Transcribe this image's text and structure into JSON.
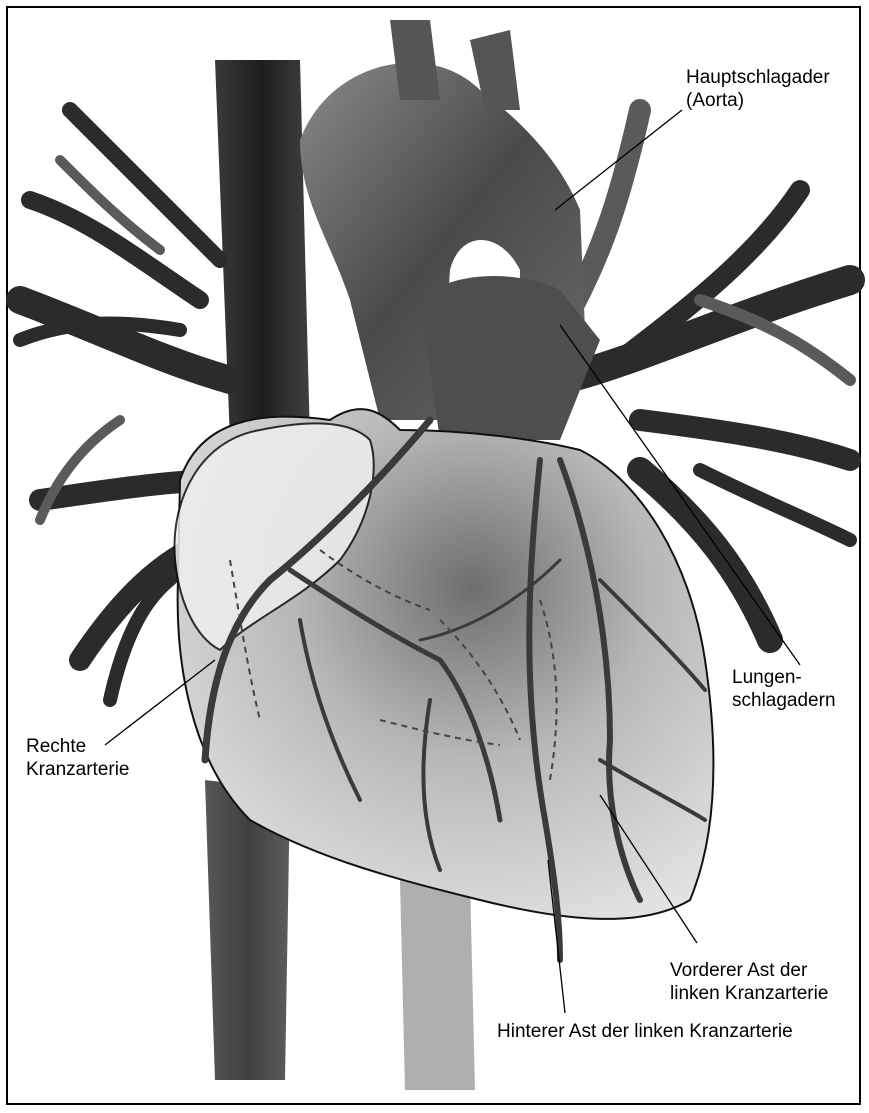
{
  "labels": {
    "aorta": "Hauptschlagader\n(Aorta)",
    "lungenschlagadern": "Lungen-\nschlagadern",
    "rechte_kranzarterie": "Rechte\nKranzarterie",
    "vorderer_ast": "Vorderer Ast der\nlinken Kranzarterie",
    "hinterer_ast": "Hinterer Ast der linken Kranzarterie"
  },
  "colors": {
    "vessel_dark": "#2b2b2b",
    "vessel_mid": "#5a5a5a",
    "heart_fill": "#d9d9d9",
    "line": "#000000"
  }
}
